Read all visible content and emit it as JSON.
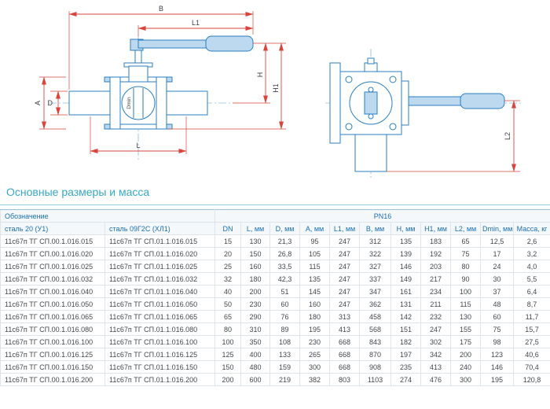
{
  "section_title": "Основные размеры и масса",
  "drawing": {
    "labels": {
      "b": "B",
      "l1": "L1",
      "h": "H",
      "h1": "H1",
      "a": "A",
      "d": "D",
      "l": "L",
      "l2": "L2",
      "dmin": "Dmin"
    }
  },
  "table": {
    "group_headers": {
      "designation": "Обозначение",
      "pn": "PN16"
    },
    "columns": [
      "сталь 20 (У1)",
      "сталь 09Г2С (ХЛ1)",
      "DN",
      "L, мм",
      "D, мм",
      "A, мм",
      "L1, мм",
      "B, мм",
      "H, мм",
      "H1, мм",
      "L2, мм",
      "Dmin, мм",
      "Масса, кг"
    ],
    "rows": [
      [
        "11с67п ТГ СП.00.1.016.015",
        "11с67п ТГ СП.01.1.016.015",
        "15",
        "130",
        "21,3",
        "95",
        "247",
        "312",
        "135",
        "183",
        "65",
        "12,5",
        "2,6"
      ],
      [
        "11с67п ТГ СП.00.1.016.020",
        "11с67п ТГ СП.01.1.016.020",
        "20",
        "150",
        "26,8",
        "105",
        "247",
        "322",
        "139",
        "192",
        "75",
        "17",
        "3,2"
      ],
      [
        "11с67п ТГ СП.00.1.016.025",
        "11с67п ТГ СП.01.1.016.025",
        "25",
        "160",
        "33,5",
        "115",
        "247",
        "327",
        "146",
        "203",
        "80",
        "24",
        "4,0"
      ],
      [
        "11с67п ТГ СП.00.1.016.032",
        "11с67п ТГ СП.01.1.016.032",
        "32",
        "180",
        "42,3",
        "135",
        "247",
        "337",
        "149",
        "217",
        "90",
        "30",
        "5,5"
      ],
      [
        "11с67п ТГ СП.00.1.016.040",
        "11с67п ТГ СП.01.1.016.040",
        "40",
        "200",
        "51",
        "145",
        "247",
        "347",
        "161",
        "234",
        "100",
        "37",
        "6,4"
      ],
      [
        "11с67п ТГ СП.00.1.016.050",
        "11с67п ТГ СП.01.1.016.050",
        "50",
        "230",
        "60",
        "160",
        "247",
        "362",
        "131",
        "211",
        "115",
        "48",
        "8,7"
      ],
      [
        "11с67п ТГ СП.00.1.016.065",
        "11с67п ТГ СП.01.1.016.065",
        "65",
        "290",
        "76",
        "180",
        "313",
        "458",
        "142",
        "232",
        "130",
        "60",
        "11,7"
      ],
      [
        "11с67п ТГ СП.00.1.016.080",
        "11с67п ТГ СП.01.1.016.080",
        "80",
        "310",
        "89",
        "195",
        "413",
        "568",
        "151",
        "247",
        "155",
        "75",
        "15,7"
      ],
      [
        "11с67п ТГ СП.00.1.016.100",
        "11с67п ТГ СП.01.1.016.100",
        "100",
        "350",
        "108",
        "230",
        "668",
        "843",
        "182",
        "302",
        "175",
        "98",
        "27,5"
      ],
      [
        "11с67п ТГ СП.00.1.016.125",
        "11с67п ТГ СП.01.1.016.125",
        "125",
        "400",
        "133",
        "265",
        "668",
        "870",
        "197",
        "342",
        "200",
        "123",
        "40,6"
      ],
      [
        "11с67п ТГ СП.00.1.016.150",
        "11с67п ТГ СП.01.1.016.150",
        "150",
        "480",
        "159",
        "300",
        "668",
        "908",
        "235",
        "413",
        "240",
        "146",
        "70,4"
      ],
      [
        "11с67п ТГ СП.00.1.016.200",
        "11с67п ТГ СП.01.1.016.200",
        "200",
        "600",
        "219",
        "382",
        "803",
        "1103",
        "274",
        "476",
        "300",
        "195",
        "120,8"
      ]
    ]
  }
}
